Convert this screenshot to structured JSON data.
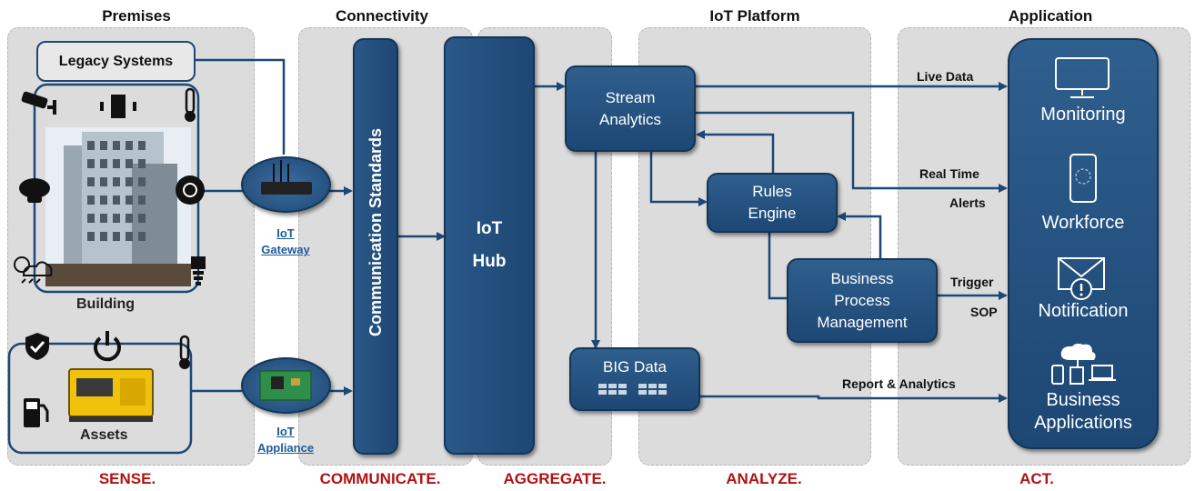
{
  "columns": {
    "premises": "Premises",
    "connectivity": "Connectivity",
    "iot_platform": "IoT Platform",
    "application": "Application"
  },
  "stages": {
    "sense": "SENSE.",
    "communicate": "COMMUNICATE.",
    "aggregate": "AGGREGATE.",
    "analyze": "ANALYZE.",
    "act": "ACT."
  },
  "premises": {
    "legacy_systems": "Legacy Systems",
    "building": "Building",
    "assets": "Assets"
  },
  "connectivity": {
    "gateway_line1": "IoT",
    "gateway_line2": "Gateway",
    "appliance_line1": "IoT",
    "appliance_line2": "Appliance",
    "communication_standards": "Communication Standards",
    "hub_line1": "IoT",
    "hub_line2": "Hub"
  },
  "platform": {
    "stream_line1": "Stream",
    "stream_line2": "Analytics",
    "rules_line1": "Rules",
    "rules_line2": "Engine",
    "bpm_line1": "Business",
    "bpm_line2": "Process",
    "bpm_line3": "Management",
    "big_data": "BIG Data"
  },
  "flows": {
    "live_data": "Live Data",
    "real_time": "Real Time",
    "alerts": "Alerts",
    "trigger": "Trigger",
    "sop": "SOP",
    "report": "Report & Analytics"
  },
  "applications": {
    "monitoring": "Monitoring",
    "workforce": "Workforce",
    "notification": "Notification",
    "business_line1": "Business",
    "business_line2": "Applications"
  },
  "colors": {
    "box_blue": "#1d4774",
    "stage_red": "#b01212",
    "link_blue": "#1e5b9a",
    "panel_gray": "#dcdcdc"
  }
}
